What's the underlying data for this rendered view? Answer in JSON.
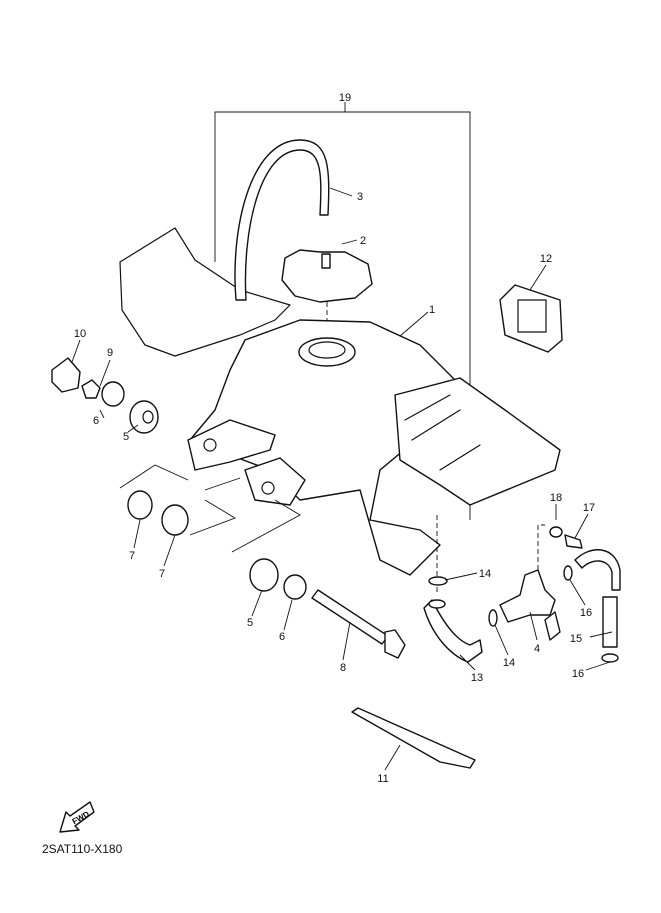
{
  "diagram": {
    "callouts": [
      "19",
      "3",
      "2",
      "1",
      "12",
      "10",
      "9",
      "6",
      "5",
      "7",
      "7",
      "5",
      "6",
      "8",
      "14",
      "14",
      "4",
      "18",
      "17",
      "16",
      "15",
      "16",
      "13",
      "11"
    ],
    "fwd_label": "FWD",
    "drawing_code": "2SAT110-X180"
  }
}
